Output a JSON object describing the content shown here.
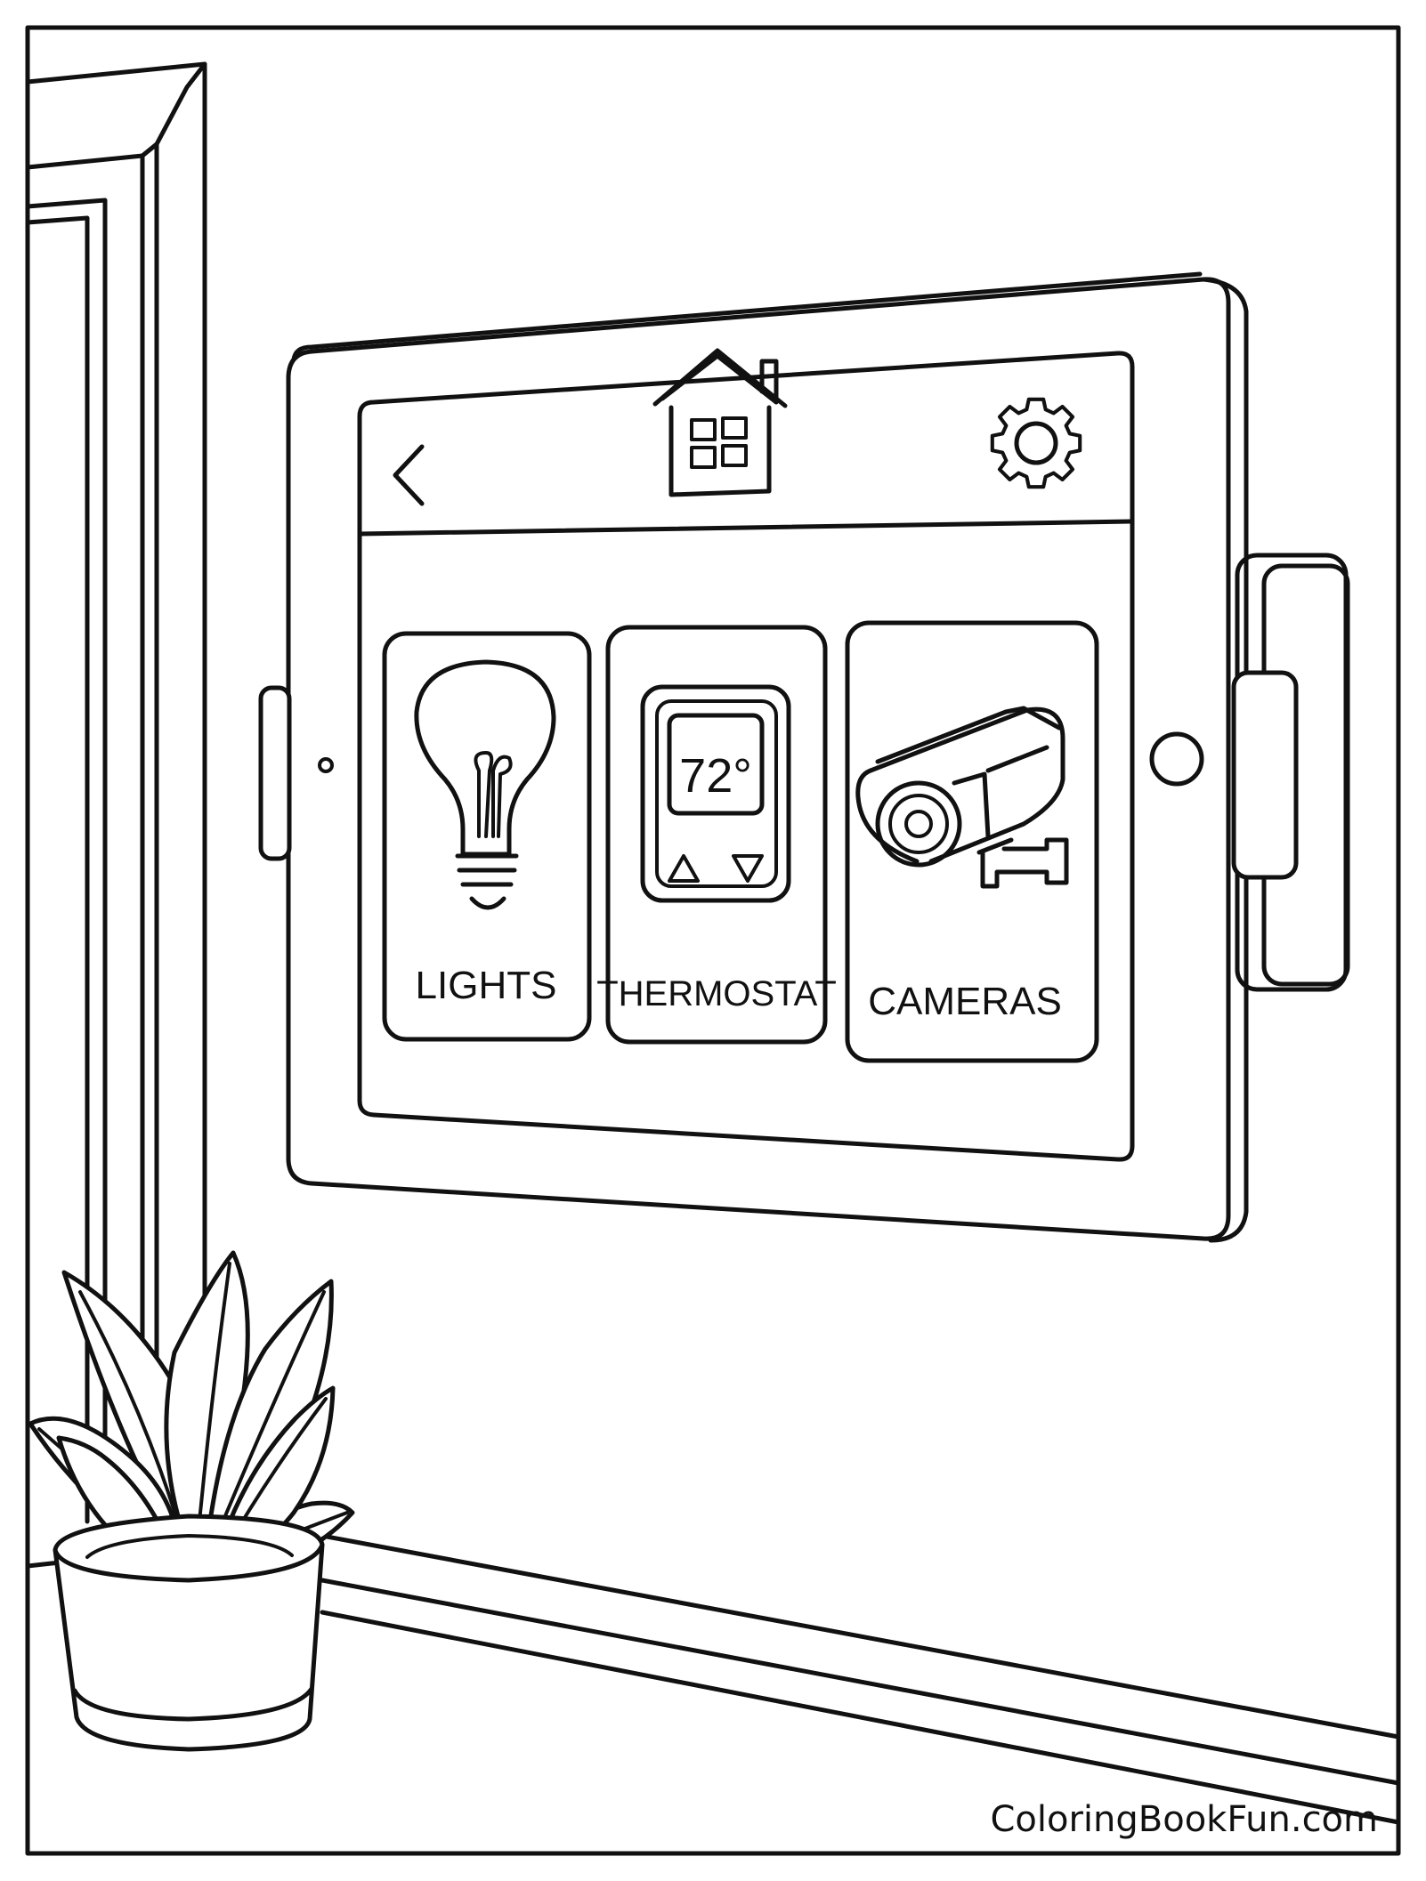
{
  "tablet": {
    "tiles": [
      {
        "label": "LIGHTS",
        "icon": "light-bulb-icon"
      },
      {
        "label": "THERMOSTAT",
        "icon": "thermostat-icon"
      },
      {
        "label": "CAMERAS",
        "icon": "security-camera-icon"
      }
    ],
    "thermostat_reading": "72°",
    "header_icons": [
      "back-chevron-icon",
      "home-icon",
      "gear-icon"
    ]
  },
  "watermark": "ColoringBookFun.com"
}
